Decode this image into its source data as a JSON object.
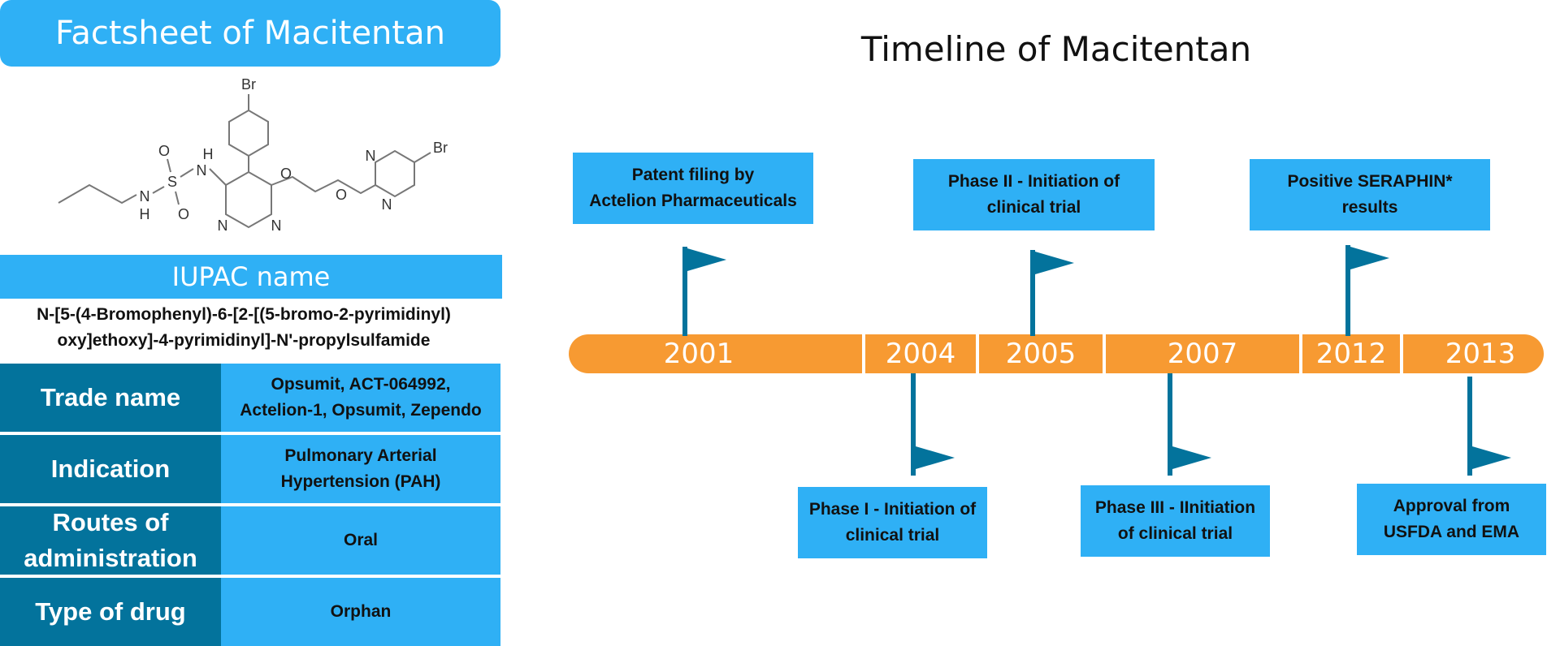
{
  "factsheet": {
    "title": "Factsheet of Macitentan",
    "structure_atoms": {
      "br_top": "Br",
      "br_right": "Br",
      "nh_top": "H",
      "nh_n": "N",
      "s": "S",
      "o_upper": "O",
      "o_lower": "O",
      "n_left": "N",
      "h_left": "H",
      "ring_n1": "N",
      "ring_n2": "N",
      "o_ether1": "O",
      "o_ether2": "O",
      "pyr_n1": "N",
      "pyr_n2": "N"
    },
    "iupac_header": "IUPAC name",
    "iupac_value": "N-[5-(4-Bromophenyl)-6-[2-[(5-bromo-2-pyrimidinyl)\noxy]ethoxy]-4-pyrimidinyl]-N'-propylsulfamide",
    "rows": [
      {
        "label": "Trade name",
        "value": "Opsumit, ACT-064992,\nActelion-1, Opsumit, Zependo"
      },
      {
        "label": "Indication",
        "value": "Pulmonary Arterial\nHypertension (PAH)"
      },
      {
        "label": "Routes of administration",
        "value": "Oral"
      },
      {
        "label": "Type of drug",
        "value": "Orphan"
      }
    ]
  },
  "timeline": {
    "title": "Timeline of Macitentan",
    "years": [
      "2001",
      "2004",
      "2005",
      "2007",
      "2012",
      "2013"
    ],
    "events": [
      {
        "year": "2001",
        "text": "Patent filing by\nActelion Pharmaceuticals",
        "side": "above"
      },
      {
        "year": "2004",
        "text": "Phase I - Initiation of\nclinical trial",
        "side": "below"
      },
      {
        "year": "2005",
        "text": "Phase II - Initiation of\nclinical trial",
        "side": "above"
      },
      {
        "year": "2007",
        "text": "Phase III - IInitiation\nof clinical trial",
        "side": "below"
      },
      {
        "year": "2012",
        "text": "Positive SERAPHIN*\nresults",
        "side": "above"
      },
      {
        "year": "2013",
        "text": "Approval from\nUSFDA and EMA",
        "side": "below"
      }
    ]
  },
  "colors": {
    "blue": "#2fb0f5",
    "navy": "#03739c",
    "orange": "#f79a32"
  }
}
